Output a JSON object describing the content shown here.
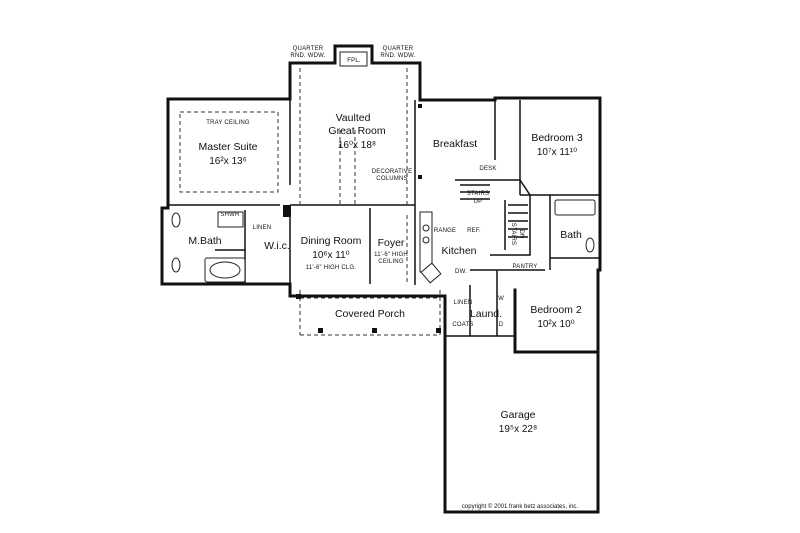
{
  "rooms": {
    "great_room": {
      "line1": "Vaulted",
      "line2": "Great Room",
      "dim": "16⁰x 18⁸"
    },
    "master": {
      "name": "Master Suite",
      "dim": "16²x 13⁶",
      "ceiling": "TRAY CEILING"
    },
    "breakfast": {
      "name": "Breakfast"
    },
    "bedroom3": {
      "name": "Bedroom 3",
      "dim": "10⁷x 11¹⁰"
    },
    "mbath": {
      "name": "M.Bath"
    },
    "wic": {
      "name": "W.i.c."
    },
    "dining": {
      "name": "Dining Room",
      "dim": "10⁶x 11⁰",
      "note": "11'-6\" HIGH CLG."
    },
    "foyer": {
      "name": "Foyer",
      "note1": "11'-6\" HIGH",
      "note2": "CEILING"
    },
    "kitchen": {
      "name": "Kitchen"
    },
    "bath": {
      "name": "Bath"
    },
    "bedroom2": {
      "name": "Bedroom 2",
      "dim": "10²x 10⁰"
    },
    "porch": {
      "name": "Covered Porch"
    },
    "laundry": {
      "name": "Laund."
    },
    "garage": {
      "name": "Garage",
      "dim": "19⁵x 22⁸"
    }
  },
  "notes": {
    "quarter_left_1": "QUARTER",
    "quarter_left_2": "RND. WDW.",
    "quarter_right_1": "QUARTER",
    "quarter_right_2": "RND. WDW.",
    "fireplace": "FPL.",
    "decorative_1": "DECORATIVE",
    "decorative_2": "COLUMNS",
    "desk": "DESK",
    "stairs": "STAIRS",
    "up": "UP",
    "stairs_dn": "STAIRS",
    "dn": "DN",
    "range": "RANGE",
    "ref": "REF.",
    "dw": "DW.",
    "pantry": "PANTRY",
    "linen_top": "LINEN",
    "shwr": "SHWR",
    "linen_lower": "LINEN",
    "coats": "COATS",
    "w": "W",
    "d": "D"
  },
  "copyright": "copyright © 2001 frank betz associates, inc."
}
